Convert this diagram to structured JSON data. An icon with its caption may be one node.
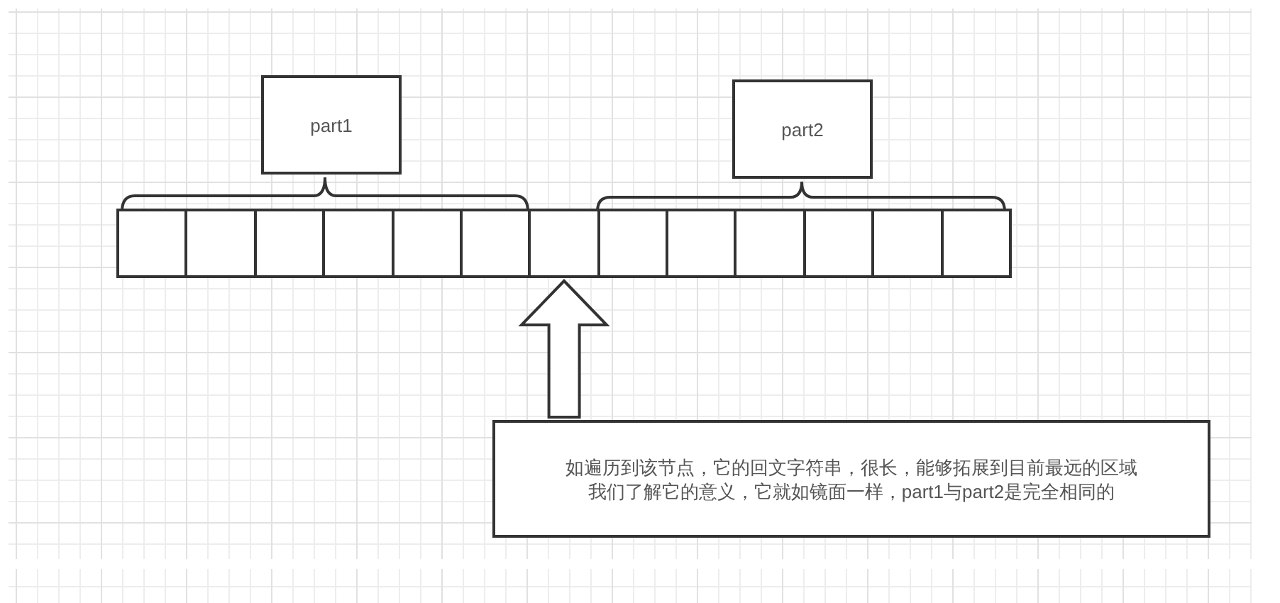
{
  "diagram": {
    "nodes": [
      {
        "text": [
          "part1"
        ]
      },
      {
        "text": [
          "part2"
        ]
      },
      {
        "text": [],
        "shape": "box"
      },
      {
        "text": [],
        "shape": "box"
      },
      {
        "text": [],
        "shape": "box"
      },
      {
        "text": [],
        "shape": "box"
      },
      {
        "text": [],
        "shape": "box"
      },
      {
        "text": [],
        "shape": "box"
      },
      {
        "text": [],
        "shape": "box"
      },
      {
        "text": [],
        "shape": "box"
      },
      {
        "text": [],
        "shape": "box"
      },
      {
        "text": [],
        "shape": "box"
      },
      {
        "text": [],
        "shape": "box"
      },
      {
        "text": [],
        "shape": "box"
      },
      {
        "text": [],
        "shape": "box"
      },
      {
        "text": [
          "如遍历到该节点，它的回文字符串，很长，能够拓展到目前最远的区域我们了解它的意义，它就如镜面一样，part1与part2是完全相同的"
        ]
      }
    ],
    "edges": [
      {
        "from": 15,
        "to": 8,
        "arrow": "to"
      }
    ]
  }
}
